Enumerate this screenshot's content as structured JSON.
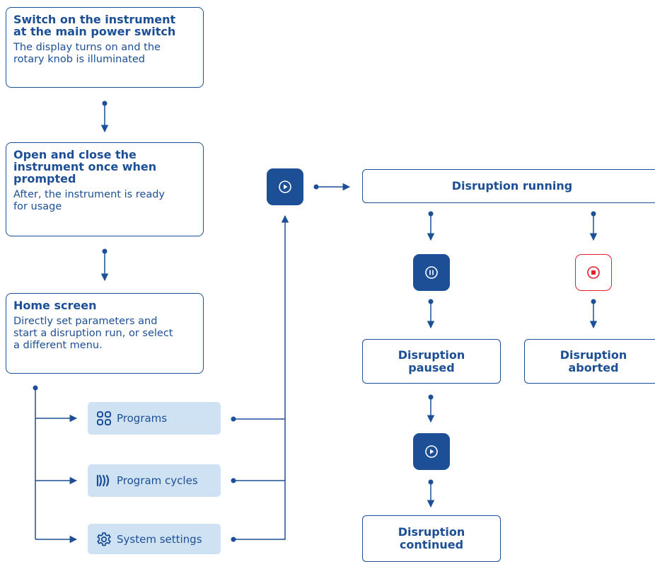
{
  "colors": {
    "primary": "#1c4f96",
    "menu_fill": "#cfe2f3",
    "stop_accent": "#e2202f",
    "background": "#ffffff"
  },
  "steps": [
    {
      "title": "Switch on the instrument\nat the main power switch",
      "description": "The display turns on and the\nrotary knob is illuminated"
    },
    {
      "title": "Open and close the\ninstrument once when\nprompted",
      "description": "After, the instrument is ready\nfor usage"
    },
    {
      "title": "Home screen",
      "description": "Directly set parameters and\nstart a disruption run, or select\na different menu."
    }
  ],
  "menu": [
    {
      "label": "Programs",
      "icon": "programs-grid-icon"
    },
    {
      "label": "Program cycles",
      "icon": "program-cycles-icon"
    },
    {
      "label": "System settings",
      "icon": "gear-icon"
    }
  ],
  "buttons": {
    "start": {
      "icon": "play-icon"
    },
    "pause": {
      "icon": "pause-icon"
    },
    "stop": {
      "icon": "stop-icon"
    },
    "resume": {
      "icon": "play-icon"
    }
  },
  "states": {
    "running": "Disruption running",
    "paused": "Disruption\npaused",
    "aborted": "Disruption\naborted",
    "continued": "Disruption\ncontinued"
  }
}
